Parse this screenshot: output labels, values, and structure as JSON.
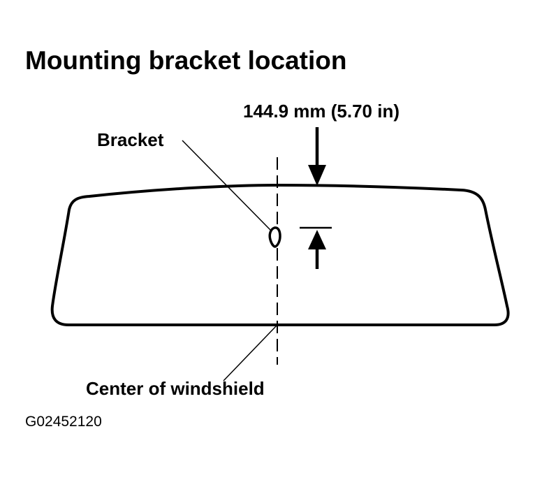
{
  "title": "Mounting bracket location",
  "labels": {
    "dimension": "144.9 mm (5.70 in)",
    "bracket": "Bracket",
    "center": "Center of windshield"
  },
  "figure_id": "G02452120"
}
